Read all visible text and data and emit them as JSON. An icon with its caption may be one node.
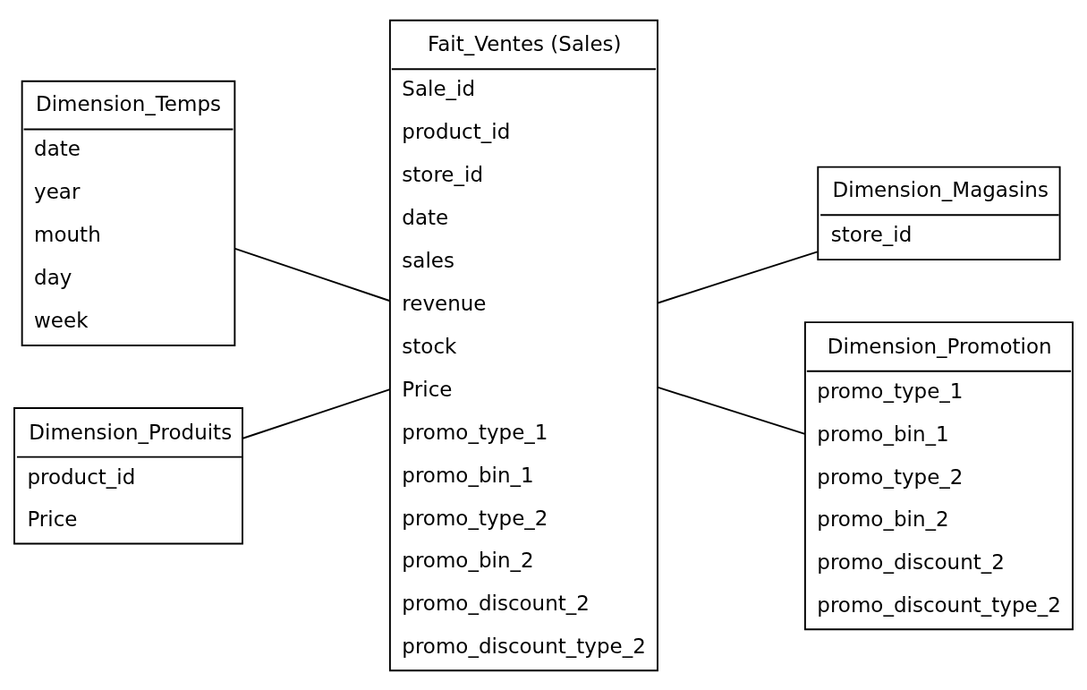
{
  "diagram": {
    "nodes": [
      {
        "text": [
          "Dimension_Temps",
          "date",
          "year",
          "mouth",
          "day",
          "week"
        ]
      },
      {
        "text": [
          "Fait_Ventes (Sales)",
          "Sale_id",
          "product_id",
          "store_id",
          "date",
          "sales",
          "revenue",
          "stock",
          "Price",
          "promo_type_1",
          "promo_bin_1",
          "promo_type_2",
          "promo_bin_2",
          "promo_discount_2",
          "promo_discount_type_2"
        ]
      },
      {
        "text": [
          "Dimension_Magasins",
          "store_id"
        ]
      },
      {
        "text": [
          "Dimension_Promotion",
          "promo_type_1",
          "promo_bin_1",
          "promo_type_2",
          "promo_bin_2",
          "promo_discount_2",
          "promo_discount_type_2"
        ]
      },
      {
        "text": [
          "Dimension_Produits",
          "product_id",
          "Price"
        ]
      }
    ],
    "edges": [
      {
        "from": 0,
        "to": 1,
        "arrow": "none"
      },
      {
        "from": 1,
        "to": 2,
        "arrow": "none"
      },
      {
        "from": 1,
        "to": 3,
        "arrow": "none"
      },
      {
        "from": 4,
        "to": 1,
        "arrow": "none"
      }
    ]
  }
}
